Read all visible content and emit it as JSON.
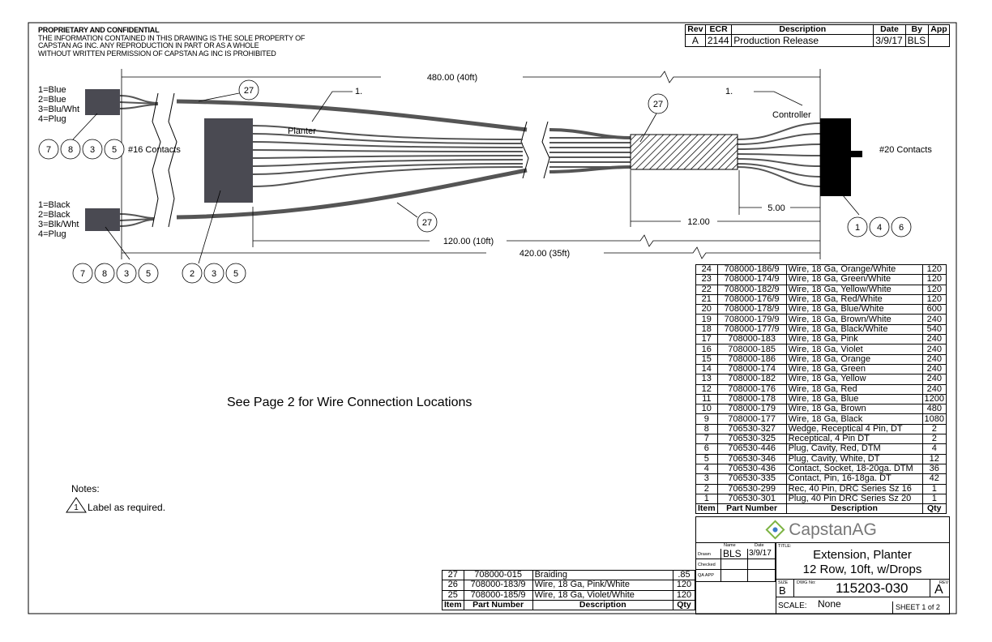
{
  "confidential": {
    "heading": "PROPRIETARY AND CONFIDENTIAL",
    "lines": [
      "THE INFORMATION CONTAINED IN THIS DRAWING IS THE SOLE PROPERTY OF",
      "CAPSTAN AG INC. ANY REPRODUCTION IN PART OR AS A WHOLE",
      "WITHOUT WRITTEN PERMISSION OF CAPSTAN AG INC IS PROHIBITED"
    ]
  },
  "revision": {
    "headers": [
      "Rev",
      "ECR",
      "Description",
      "Date",
      "By",
      "App"
    ],
    "row": [
      "A",
      "2144",
      "Production Release",
      "3/9/17",
      "BLS",
      ""
    ]
  },
  "drawing": {
    "top_pins": [
      "1=Blue",
      "2=Blue",
      "3=Blu/Wht",
      "4=Plug"
    ],
    "bottom_pins": [
      "1=Black",
      "2=Black",
      "3=Blk/Wht",
      "4=Plug"
    ],
    "contacts16": "#16 Contacts",
    "contacts20": "#20 Contacts",
    "planter": "Planter",
    "controller": "Controller",
    "note_ref": "1.",
    "dims": {
      "d480": "480.00 (40ft)",
      "d120": "120.00 (10ft)",
      "d420": "420.00 (35ft)",
      "d12": "12.00",
      "d5": "5.00"
    },
    "balloons": {
      "b27": "27",
      "top_left": [
        "7",
        "8",
        "3",
        "5"
      ],
      "bottom_left": [
        "7",
        "8",
        "3",
        "5"
      ],
      "planter": [
        "2",
        "3",
        "5"
      ],
      "controller": [
        "1",
        "4",
        "6"
      ]
    },
    "see_page": "See Page 2 for Wire Connection Locations",
    "notes_title": "Notes:",
    "note1_num": "1",
    "note1": "Label as required."
  },
  "bom": {
    "headers": [
      "Item",
      "Part Number",
      "Description",
      "Qty"
    ],
    "rows": [
      [
        "24",
        "708000-186/9",
        "Wire, 18 Ga, Orange/White",
        "120"
      ],
      [
        "23",
        "708000-174/9",
        "Wire, 18 Ga, Green/White",
        "120"
      ],
      [
        "22",
        "708000-182/9",
        "Wire, 18 Ga, Yellow/White",
        "120"
      ],
      [
        "21",
        "708000-176/9",
        "Wire, 18 Ga, Red/White",
        "120"
      ],
      [
        "20",
        "708000-178/9",
        "Wire, 18 Ga, Blue/White",
        "600"
      ],
      [
        "19",
        "708000-179/9",
        "Wire, 18 Ga, Brown/White",
        "240"
      ],
      [
        "18",
        "708000-177/9",
        "Wire, 18 Ga, Black/White",
        "540"
      ],
      [
        "17",
        "708000-183",
        "Wire, 18 Ga, Pink",
        "240"
      ],
      [
        "16",
        "708000-185",
        "Wire, 18 Ga, Violet",
        "240"
      ],
      [
        "15",
        "708000-186",
        "Wire, 18 Ga, Orange",
        "240"
      ],
      [
        "14",
        "708000-174",
        "Wire, 18 Ga, Green",
        "240"
      ],
      [
        "13",
        "708000-182",
        "Wire, 18 Ga, Yellow",
        "240"
      ],
      [
        "12",
        "708000-176",
        "Wire, 18 Ga, Red",
        "240"
      ],
      [
        "11",
        "708000-178",
        "Wire, 18 Ga, Blue",
        "1200"
      ],
      [
        "10",
        "708000-179",
        "Wire, 18 Ga, Brown",
        "480"
      ],
      [
        "9",
        "708000-177",
        "Wire, 18 Ga, Black",
        "1080"
      ],
      [
        "8",
        "706530-327",
        "Wedge, Receptical 4 Pin, DT",
        "2"
      ],
      [
        "7",
        "706530-325",
        "Receptical, 4 Pin DT",
        "2"
      ],
      [
        "6",
        "706530-446",
        "Plug, Cavity, Red, DTM",
        "4"
      ],
      [
        "5",
        "706530-346",
        "Plug, Cavity, White, DT",
        "12"
      ],
      [
        "4",
        "706530-436",
        "Contact, Socket, 18-20ga. DTM",
        "36"
      ],
      [
        "3",
        "706530-335",
        "Contact, Pin, 16-18ga. DT",
        "42"
      ],
      [
        "2",
        "706530-299",
        "Rec, 40 Pin, DRC Series Sz 16",
        "1"
      ],
      [
        "1",
        "706530-301",
        "Plug, 40 Pin DRC Series Sz 20",
        "1"
      ]
    ],
    "rows2": [
      [
        "27",
        "708000-015",
        "Braiding",
        ".85"
      ],
      [
        "26",
        "708000-183/9",
        "Wire, 18 Ga, Pink/White",
        "120"
      ],
      [
        "25",
        "708000-185/9",
        "Wire, 18 Ga, Violet/White",
        "120"
      ]
    ]
  },
  "title_block": {
    "logo": "CapstanAG",
    "name_label": "Name",
    "date_label": "Date",
    "drawn_label": "Drawn",
    "checked_label": "Checked",
    "qa_label": "QA APP",
    "drawn_name": "BLS",
    "drawn_date": "3/9/17",
    "title_label": "TITLE:",
    "title1": "Extension, Planter",
    "title2": "12 Row, 10ft, w/Drops",
    "size_label": "SIZE",
    "size": "B",
    "dwg_label": "DWG No:",
    "dwg": "115203-030",
    "rev_label": "REV",
    "rev": "A",
    "scale_label": "SCALE:",
    "scale": "None",
    "sheet": "SHEET 1 of 2"
  },
  "colors": {
    "connector": "#4a4a52",
    "wire": "#555555",
    "braid": "#000000"
  }
}
